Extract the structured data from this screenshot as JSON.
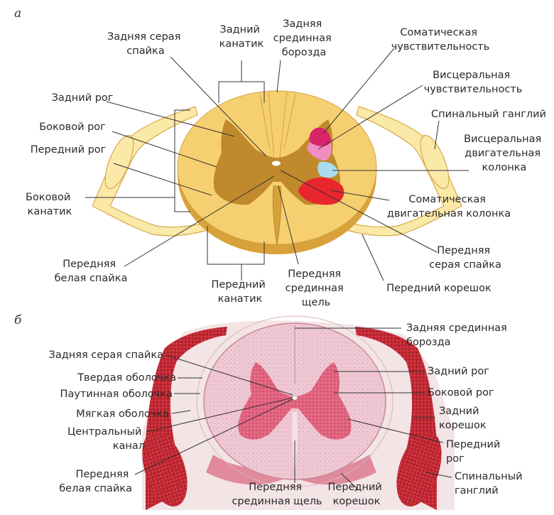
{
  "panels": {
    "a": "а",
    "b": "б"
  },
  "diagram_a": {
    "zadnyaya_seraya_spayka": [
      "Задняя серая",
      "спайка"
    ],
    "zadniy_kanatik": [
      "Задний",
      "канатик"
    ],
    "zadnyaya_sredinnaya_borozda": [
      "Задняя",
      "срединная",
      "борозда"
    ],
    "somaticheskaya_chuvstvitelnost": [
      "Соматическая",
      "чувствительность"
    ],
    "visceralnaya_chuvstvitelnost": [
      "Висцеральная",
      "чувствительность"
    ],
    "spinalnyy_ganglion": [
      "Спинальный ганглий"
    ],
    "visceralnaya_dvigatelnaya_kolonka": [
      "Висцеральная",
      "двигательная",
      "колонка"
    ],
    "somaticheskaya_dvigatelnaya_kolonka": [
      "Соматическая",
      "двигательная колонка"
    ],
    "peredniy_koreshok": [
      "Передний корешок"
    ],
    "perednyaya_seraya_spayka": [
      "Передняя",
      "серая спайка"
    ],
    "perednyaya_sredinnaya_shchel": [
      "Передняя",
      "срединная",
      "щель"
    ],
    "peredniy_kanatik": [
      "Передний",
      "канатик"
    ],
    "perednyaya_belaya_spayka": [
      "Передняя",
      "белая спайка"
    ],
    "bokovoy_kanatik": [
      "Боковой",
      "канатик"
    ],
    "peredniy_rog": [
      "Передний рог"
    ],
    "bokovoy_rog": [
      "Боковой рог"
    ],
    "zadniy_rog": [
      "Задний рог"
    ]
  },
  "diagram_b": {
    "zadnyaya_sredinnaya_borozda": [
      "Задняя срединная",
      "борозда"
    ],
    "zadniy_rog": [
      "Задний рог"
    ],
    "bokovoy_rog": [
      "Боковой рог"
    ],
    "zadniy_koreshok": [
      "Задний",
      "корешок"
    ],
    "peredniy_rog": [
      "Передний",
      "рог"
    ],
    "spinalnyy_ganglion": [
      "Спинальный",
      "ганглий"
    ],
    "peredniy_koreshok": [
      "Передний",
      "корешок"
    ],
    "perednyaya_sredinnaya_shchel": [
      "Передняя",
      "срединная щель"
    ],
    "perednyaya_belaya_spayka": [
      "Передняя",
      "белая спайка"
    ],
    "centralnyy_kanal": [
      "Центральный",
      "канал"
    ],
    "myagkaya_obolochka": [
      "Мягкая оболочка"
    ],
    "pautinnaya_obolochka": [
      "Паутинная оболочка"
    ],
    "tverdaya_obolochka": [
      "Твердая оболочка"
    ],
    "zadnyaya_seraya_spayka": [
      "Задняя серая спайка"
    ]
  },
  "colors": {
    "white_matter": "#f6d070",
    "gray_matter": "#c08a2c",
    "somatic_sensory": "#d9246a",
    "visceral_sensory": "#f08ec4",
    "visceral_motor": "#a8dcf0",
    "somatic_motor": "#e8262d",
    "tissue_pink": "#e7b5c4",
    "tissue_red": "#c9283a"
  }
}
